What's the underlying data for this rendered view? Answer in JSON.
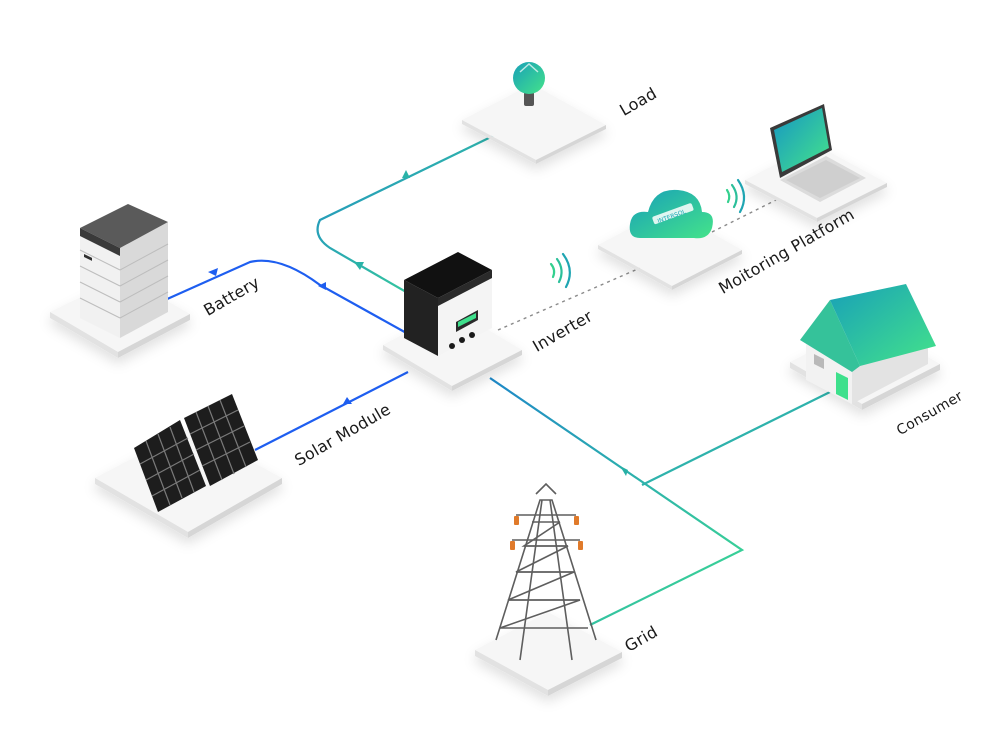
{
  "labels": {
    "load": "Load",
    "battery": "Battery",
    "inverter": "Inverter",
    "monitoring": "Moitoring Platform",
    "solar": "Solar Module",
    "consumer": "Consumer",
    "grid": "Grid"
  },
  "cloud_brand": "INTERSOL",
  "colors": {
    "blue_line": "#1e5ef0",
    "green_line": "#2ec48a",
    "accent_green": "#3ee08c",
    "accent_teal": "#1aa7b5",
    "platform": "#f3f3f3"
  },
  "icons": [
    "lightbulb-icon",
    "laptop-icon",
    "cloud-icon",
    "battery-icon",
    "inverter-icon",
    "solar-panel-icon",
    "house-icon",
    "pylon-icon",
    "wifi-icon"
  ]
}
